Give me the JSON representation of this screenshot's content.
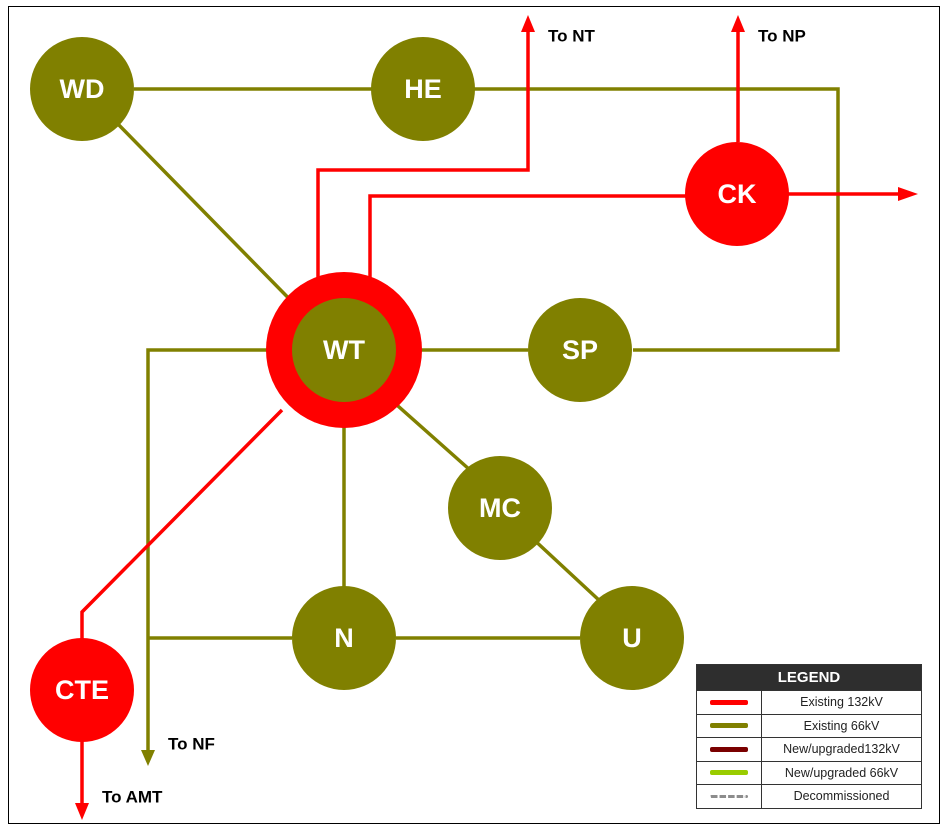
{
  "colors": {
    "existing_132kv": "#ff0000",
    "existing_66kv": "#808000",
    "new_132kv": "#7a0000",
    "new_66kv": "#99cc00",
    "decommissioned": "#8c8c8c"
  },
  "nodes": {
    "wd": "WD",
    "he": "HE",
    "ck": "CK",
    "wt": "WT",
    "sp": "SP",
    "mc": "MC",
    "n": "N",
    "u": "U",
    "cte": "CTE"
  },
  "external": {
    "to_nt": "To NT",
    "to_np": "To NP",
    "to_nf": "To NF",
    "to_amt": "To AMT"
  },
  "legend": {
    "title": "LEGEND",
    "items": [
      {
        "label": "Existing 132kV",
        "style": "existing_132kv"
      },
      {
        "label": "Existing 66kV",
        "style": "existing_66kv"
      },
      {
        "label": "New/upgraded132kV",
        "style": "new_132kv"
      },
      {
        "label": "New/upgraded 66kV",
        "style": "new_66kv"
      },
      {
        "label": "Decommissioned",
        "style": "decommissioned"
      }
    ]
  }
}
